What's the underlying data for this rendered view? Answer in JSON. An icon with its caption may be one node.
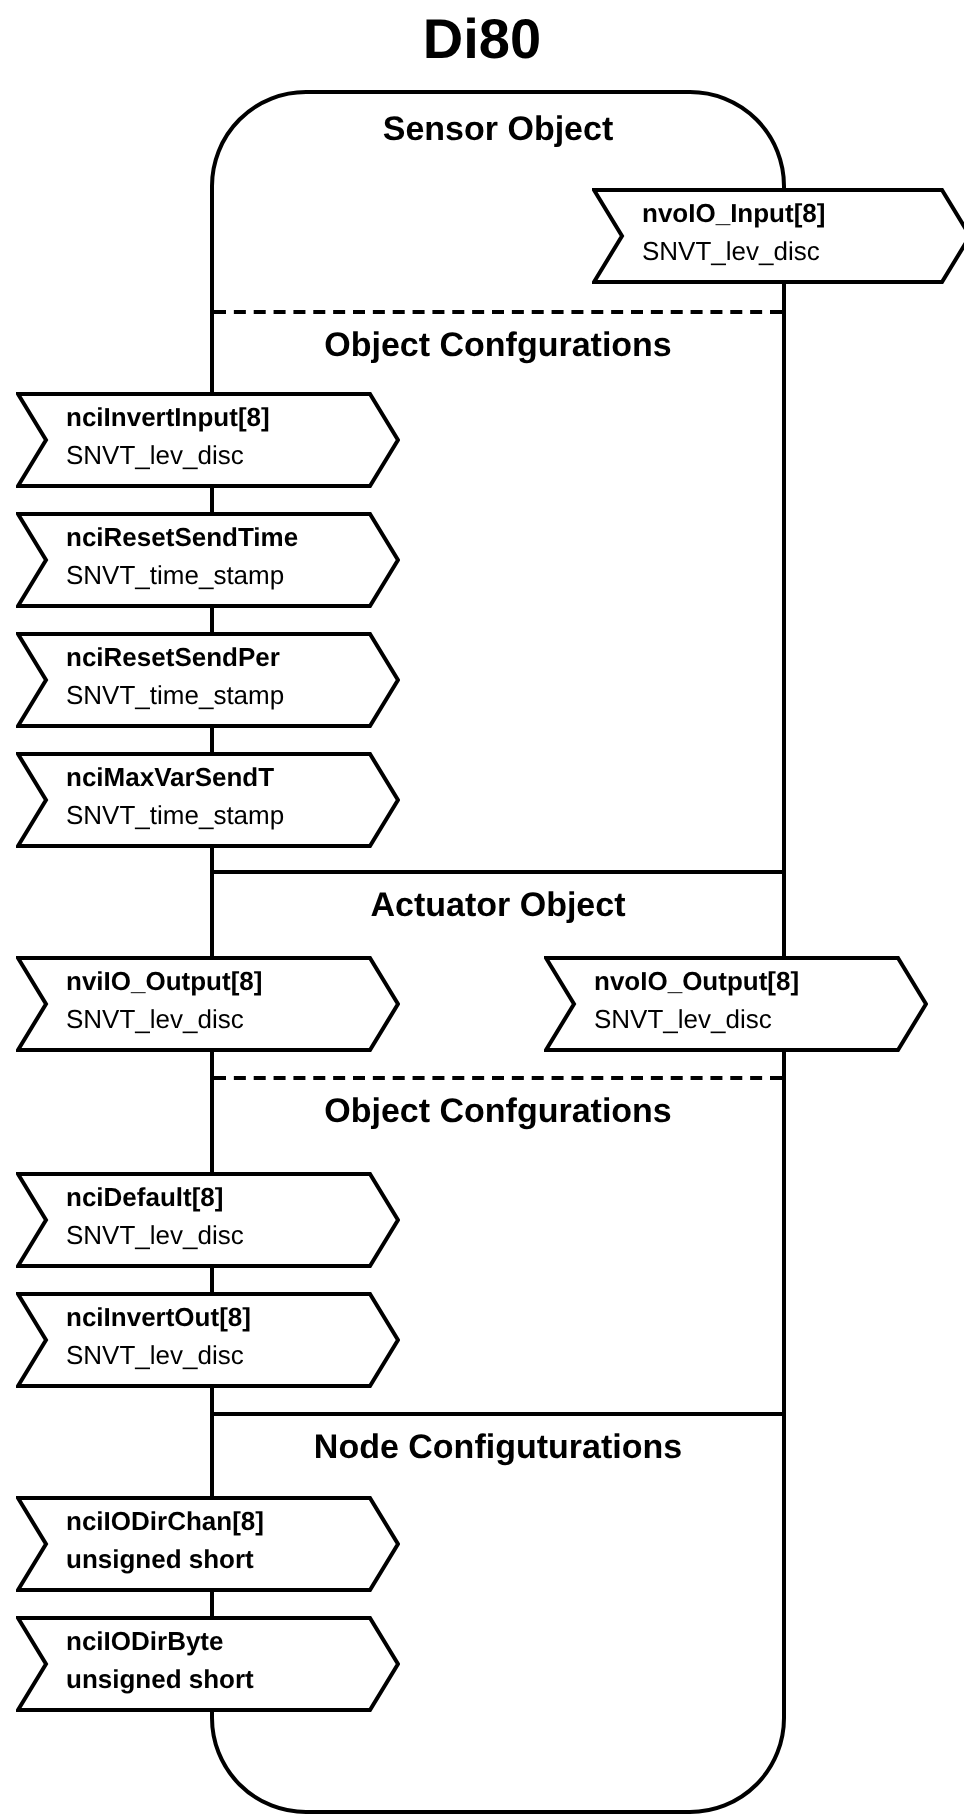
{
  "diagram": {
    "title": "Di80",
    "nodes": [
      {
        "text": [],
        "shape": "box"
      },
      {
        "text": [
          "Sensor Object"
        ],
        "in": 0
      },
      {
        "text": [
          "nvoIO_Input[8]",
          "SNVT_lev_disc"
        ]
      },
      {
        "text": [
          "Object Confgurations"
        ],
        "in": 0
      },
      {
        "text": [
          "nciInvertInput[8]",
          "SNVT_lev_disc"
        ]
      },
      {
        "text": [
          "nciResetSendTime",
          "SNVT_time_stamp"
        ]
      },
      {
        "text": [
          "nciResetSendPer",
          "SNVT_time_stamp"
        ]
      },
      {
        "text": [
          "nciMaxVarSendT",
          "SNVT_time_stamp"
        ]
      },
      {
        "text": [
          "Actuator Object"
        ],
        "in": 0
      },
      {
        "text": [
          "nviIO_Output[8]",
          "SNVT_lev_disc"
        ]
      },
      {
        "text": [
          "nvoIO_Output[8]",
          "SNVT_lev_disc"
        ]
      },
      {
        "text": [
          "Object Confgurations"
        ],
        "in": 0
      },
      {
        "text": [
          "nciDefault[8]",
          "SNVT_lev_disc"
        ]
      },
      {
        "text": [
          "nciInvertOut[8]",
          "SNVT_lev_disc"
        ]
      },
      {
        "text": [
          "Node Configuturations"
        ],
        "in": 0
      },
      {
        "text": [
          "nciIODirChan[8]",
          "unsigned short"
        ]
      },
      {
        "text": [
          "nciIODirByte",
          "unsigned short"
        ]
      }
    ]
  }
}
